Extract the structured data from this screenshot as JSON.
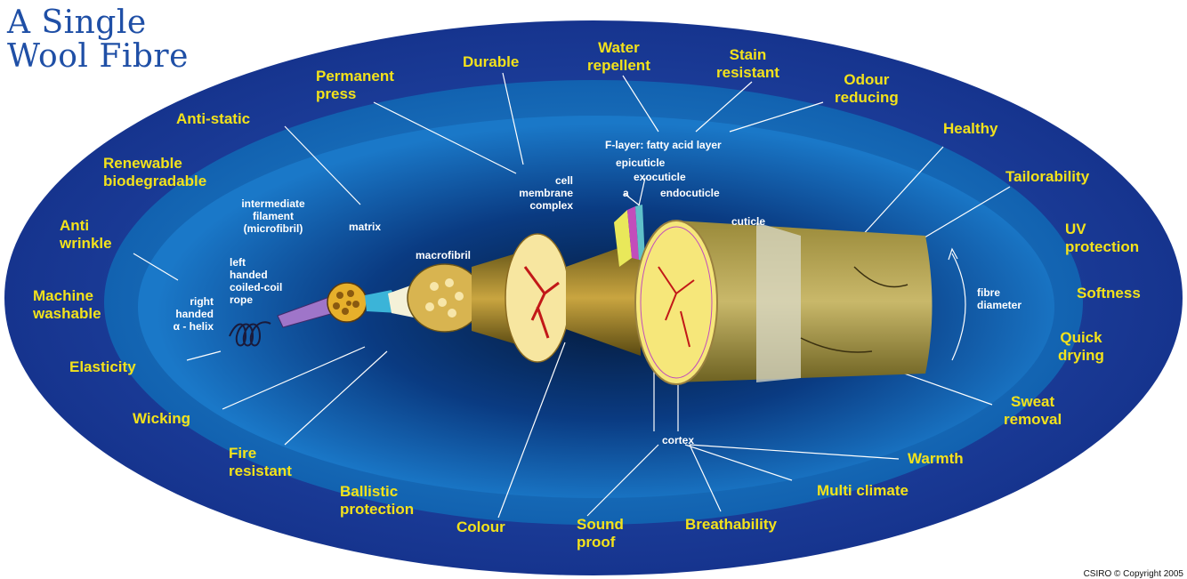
{
  "title": [
    "A Single",
    "Wool Fibre"
  ],
  "copyright": "CSIRO © Copyright 2005",
  "colors": {
    "outer_ring": "#1d3e9e",
    "inner_ring": "#1676c4",
    "center": "#0a3f86",
    "label": "#f3e21b",
    "inner_label": "#ffffff"
  },
  "properties": {
    "water_repellent": [
      "Water",
      "repellent"
    ],
    "stain_resistant": [
      "Stain",
      "resistant"
    ],
    "odour_reducing": [
      "Odour",
      "reducing"
    ],
    "durable": [
      "Durable"
    ],
    "permanent_press": [
      "Permanent",
      "press"
    ],
    "anti_static": [
      "Anti-static"
    ],
    "renewable": [
      "Renewable",
      "biodegradable"
    ],
    "anti_wrinkle": [
      "Anti",
      "wrinkle"
    ],
    "machine_washable": [
      "Machine",
      "washable"
    ],
    "elasticity": [
      "Elasticity"
    ],
    "wicking": [
      "Wicking"
    ],
    "fire_resistant": [
      "Fire",
      "resistant"
    ],
    "ballistic": [
      "Ballistic",
      "protection"
    ],
    "colour": [
      "Colour"
    ],
    "sound_proof": [
      "Sound",
      "proof"
    ],
    "breathability": [
      "Breathability"
    ],
    "multi_climate": [
      "Multi climate"
    ],
    "warmth": [
      "Warmth"
    ],
    "sweat_removal": [
      "Sweat",
      "removal"
    ],
    "quick_drying": [
      "Quick",
      "drying"
    ],
    "softness": [
      "Softness"
    ],
    "uv_protection": [
      "UV",
      "protection"
    ],
    "tailorability": [
      "Tailorability"
    ],
    "healthy": [
      "Healthy"
    ]
  },
  "structure": {
    "f_layer": [
      "F-layer: fatty acid layer"
    ],
    "epicuticle": [
      "epicuticle"
    ],
    "exocuticle": [
      "exocuticle"
    ],
    "a": [
      "a"
    ],
    "endocuticle": [
      "endocuticle"
    ],
    "cuticle": [
      "cuticle"
    ],
    "cell_membrane": [
      "cell",
      "membrane",
      "complex"
    ],
    "intermediate_filament": [
      "intermediate",
      "filament",
      "(microfibril)"
    ],
    "matrix": [
      "matrix"
    ],
    "macrofibril": [
      "macrofibril"
    ],
    "left_handed": [
      "left",
      "handed",
      "coiled-coil",
      "rope"
    ],
    "right_handed": [
      "right",
      "handed",
      "α - helix"
    ],
    "fibre_diameter": [
      "fibre",
      "diameter"
    ],
    "cortex": [
      "cortex"
    ]
  }
}
